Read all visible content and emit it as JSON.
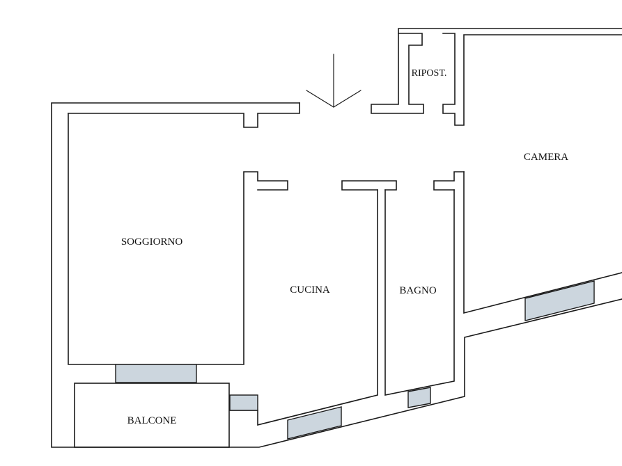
{
  "floor_plan": {
    "rooms": {
      "soggiorno": "SOGGIORNO",
      "cucina": "CUCINA",
      "bagno": "BAGNO",
      "camera": "CAMERA",
      "ripostiglio": "RIPOST.",
      "balcone": "BALCONE"
    },
    "colors": {
      "wall_stroke": "#1a1a1a",
      "window_fill": "#ccd6de",
      "background": "#ffffff"
    },
    "icons": {
      "entrance": "entrance-arrow-icon"
    }
  }
}
